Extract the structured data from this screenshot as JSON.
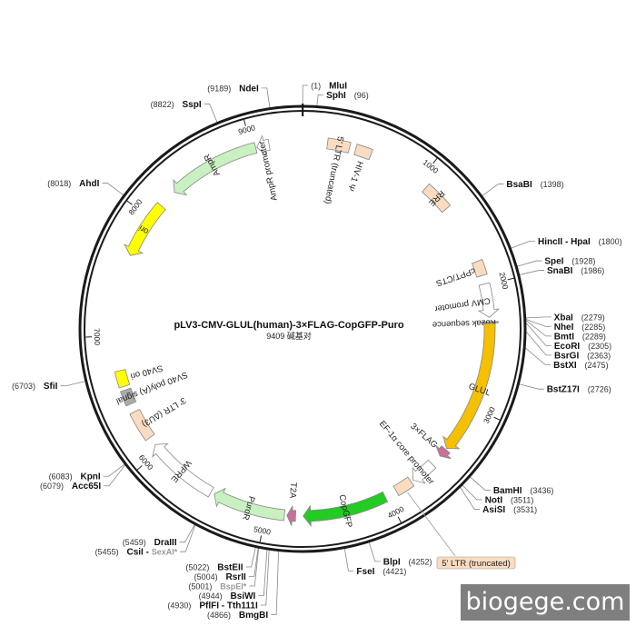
{
  "title": "pLV3-CMV-GLUL(human)-3×FLAG-CopGFP-Puro",
  "subtitle": "9409 碱基对",
  "total_bp": 9409,
  "watermark": "biogege.com",
  "ticks": [
    {
      "bp": 1000,
      "label": "1000"
    },
    {
      "bp": 2000,
      "label": "2000"
    },
    {
      "bp": 3000,
      "label": "3000"
    },
    {
      "bp": 4000,
      "label": "4000"
    },
    {
      "bp": 5000,
      "label": "5000"
    },
    {
      "bp": 6000,
      "label": "6000"
    },
    {
      "bp": 7000,
      "label": "7000"
    },
    {
      "bp": 8000,
      "label": "8000"
    },
    {
      "bp": 9000,
      "label": "9000"
    }
  ],
  "sites": [
    {
      "name": "MluI",
      "pos": "(1)",
      "bp": 1,
      "pos_first": true
    },
    {
      "name": "SphI",
      "pos": "(96)",
      "bp": 96
    },
    {
      "name": "BsaBI",
      "pos": "(1398)",
      "bp": 1398
    },
    {
      "name": "HincII - HpaI",
      "pos": "(1800)",
      "bp": 1800
    },
    {
      "name": "SpeI",
      "pos": "(1928)",
      "bp": 1928
    },
    {
      "name": "SnaBI",
      "pos": "(1986)",
      "bp": 1986
    },
    {
      "name": "XbaI",
      "pos": "(2279)",
      "bp": 2279
    },
    {
      "name": "NheI",
      "pos": "(2285)",
      "bp": 2285
    },
    {
      "name": "BmtI",
      "pos": "(2289)",
      "bp": 2289
    },
    {
      "name": "EcoRI",
      "pos": "(2305)",
      "bp": 2305
    },
    {
      "name": "BsrGI",
      "pos": "(2363)",
      "bp": 2363
    },
    {
      "name": "BstXI",
      "pos": "(2475)",
      "bp": 2475
    },
    {
      "name": "BstZ17I",
      "pos": "(2726)",
      "bp": 2726
    },
    {
      "name": "BamHI",
      "pos": "(3436)",
      "bp": 3436
    },
    {
      "name": "NotI",
      "pos": "(3511)",
      "bp": 3511
    },
    {
      "name": "AsiSI",
      "pos": "(3531)",
      "bp": 3531
    },
    {
      "name": "BlpI",
      "pos": "(4252)",
      "bp": 4252
    },
    {
      "name": "FseI",
      "pos": "(4421)",
      "bp": 4421
    },
    {
      "name": "BmgBI",
      "pos": "(4866)",
      "bp": 4866,
      "pos_first": true
    },
    {
      "name": "PflFI - Tth111I",
      "pos": "(4930)",
      "bp": 4930,
      "pos_first": true
    },
    {
      "name": "BsiWI",
      "pos": "(4944)",
      "bp": 4944,
      "pos_first": true
    },
    {
      "name": "BspEI*",
      "pos": "(5001)",
      "bp": 5001,
      "pos_first": true,
      "faded": true
    },
    {
      "name": "RsrII",
      "pos": "(5004)",
      "bp": 5004,
      "pos_first": true
    },
    {
      "name": "BstEII",
      "pos": "(5022)",
      "bp": 5022,
      "pos_first": true
    },
    {
      "name": "CsiI - SexAI*",
      "pos": "(5455)",
      "bp": 5455,
      "pos_first": true,
      "partial_fade": "SexAI*"
    },
    {
      "name": "DraIII",
      "pos": "(5459)",
      "bp": 5459,
      "pos_first": true
    },
    {
      "name": "Acc65I",
      "pos": "(6079)",
      "bp": 6079,
      "pos_first": true
    },
    {
      "name": "KpnI",
      "pos": "(6083)",
      "bp": 6083,
      "pos_first": true
    },
    {
      "name": "SfiI",
      "pos": "(6703)",
      "bp": 6703,
      "pos_first": true
    },
    {
      "name": "AhdI",
      "pos": "(8018)",
      "bp": 8018,
      "pos_first": true
    },
    {
      "name": "SspI",
      "pos": "(8822)",
      "bp": 8822,
      "pos_first": true
    },
    {
      "name": "NdeI",
      "pos": "(9189)",
      "bp": 9189,
      "pos_first": true
    }
  ],
  "features": [
    {
      "id": "ltr5-trunc",
      "label": "5' LTR (truncated)",
      "type": "box",
      "start": 200,
      "end": 380,
      "color": "#fbdcc0"
    },
    {
      "id": "hiv-psi",
      "label": "HIV-1 Ψ",
      "type": "box",
      "start": 430,
      "end": 560,
      "color": "#fbdcc0"
    },
    {
      "id": "rre",
      "label": "RRE",
      "type": "box",
      "start": 1075,
      "end": 1310,
      "color": "#fbdcc0"
    },
    {
      "id": "cppt",
      "label": "cPPT/CTS",
      "type": "box",
      "start": 1800,
      "end": 1920,
      "color": "#fbdcc0"
    },
    {
      "id": "cmv-promoter",
      "label": "CMV promoter",
      "type": "arrow",
      "start": 1990,
      "end": 2260,
      "color": "#ffffff",
      "dir": 1
    },
    {
      "id": "kozak",
      "label": "Kozak sequence",
      "type": "mark",
      "start": 2300,
      "end": 2300,
      "color": "#888888"
    },
    {
      "id": "glul",
      "label": "GLUL",
      "type": "arrow",
      "start": 2310,
      "end": 3390,
      "color": "#f5c000",
      "dir": 1
    },
    {
      "id": "flag3",
      "label": "3×FLAG",
      "type": "arrow",
      "start": 3400,
      "end": 3470,
      "color": "#c8709a",
      "dir": 1
    },
    {
      "id": "ef1a",
      "label": "EF-1α core promoter",
      "type": "arrow",
      "start": 3560,
      "end": 3760,
      "color": "#ffffff",
      "dir": 1
    },
    {
      "id": "ltr5-trunc-2",
      "label": "5' LTR (truncated)",
      "type": "box",
      "start": 3780,
      "end": 3920,
      "color": "#fbdcc0",
      "callout": true
    },
    {
      "id": "copgfp",
      "label": "CopGFP",
      "type": "arrow",
      "start": 4020,
      "end": 4700,
      "color": "#22cc22",
      "dir": 1
    },
    {
      "id": "t2a",
      "label": "T2A",
      "type": "arrow",
      "start": 4760,
      "end": 4830,
      "color": "#c8709a",
      "dir": 1
    },
    {
      "id": "puror",
      "label": "PuroR",
      "type": "arrow",
      "start": 4850,
      "end": 5440,
      "color": "#c8f0c0",
      "dir": 1
    },
    {
      "id": "wpre",
      "label": "WPRE",
      "type": "arrow",
      "start": 5470,
      "end": 6060,
      "color": "#ffffff",
      "dir": 1
    },
    {
      "id": "ltr3",
      "label": "3' LTR (ΔU3)",
      "type": "box",
      "start": 6130,
      "end": 6370,
      "color": "#fbdcc0"
    },
    {
      "id": "sv40-polya",
      "label": "SV40 poly(A) signal",
      "type": "box",
      "start": 6440,
      "end": 6560,
      "color": "#aaaaaa"
    },
    {
      "id": "sv40-ori",
      "label": "SV40 ori",
      "type": "box",
      "start": 6590,
      "end": 6720,
      "color": "#ffff00"
    },
    {
      "id": "ori",
      "label": "ori",
      "type": "arrow",
      "start": 7660,
      "end": 8130,
      "color": "#ffff00",
      "dir": -1
    },
    {
      "id": "ampr",
      "label": "AmpR",
      "type": "arrow",
      "start": 8280,
      "end": 9030,
      "color": "#c8f0c0",
      "dir": -1
    },
    {
      "id": "ampr-promoter",
      "label": "AmpR promoter",
      "type": "arrow",
      "start": 9040,
      "end": 9140,
      "color": "#ffffff",
      "dir": -1
    }
  ],
  "colors": {
    "backbone": "#1a1a1a",
    "site_line": "#888888",
    "feature_stroke": "#888888",
    "callout_box": "#fbdcc0"
  }
}
